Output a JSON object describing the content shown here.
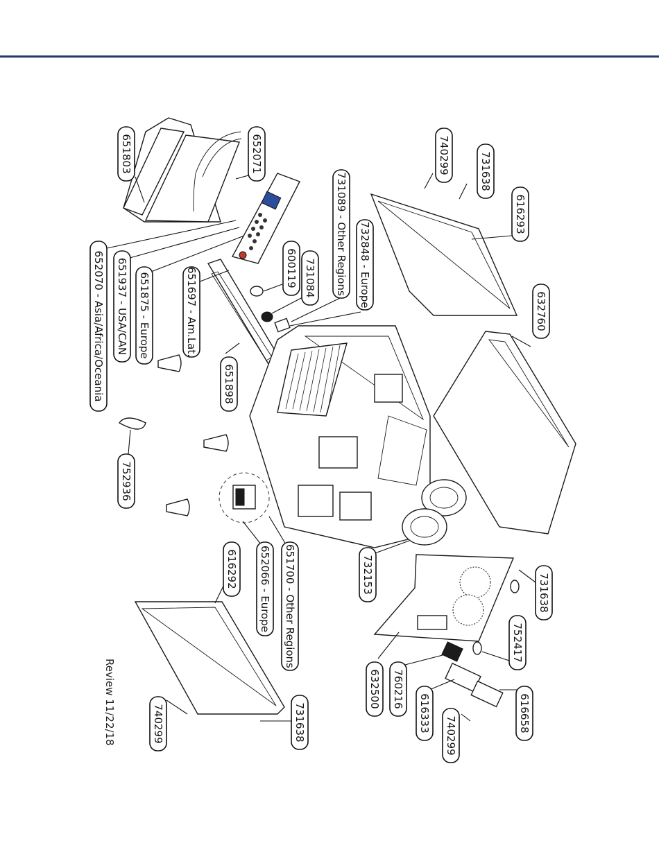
{
  "header": {
    "rule_color": "#1f3a6b"
  },
  "review_note": "Review 11/22/18",
  "callouts": [
    {
      "id": "c651803",
      "label": "651803"
    },
    {
      "id": "c652071",
      "label": "652071"
    },
    {
      "id": "c740299a",
      "label": "740299"
    },
    {
      "id": "c731638a",
      "label": "731638"
    },
    {
      "id": "c616293",
      "label": "616293"
    },
    {
      "id": "c731089",
      "label": "731089 - Other Regions"
    },
    {
      "id": "c732848",
      "label": "732848 - Europe"
    },
    {
      "id": "c600119",
      "label": "600119"
    },
    {
      "id": "c731084",
      "label": "731084"
    },
    {
      "id": "c652070",
      "label": "652070 - Asia/Africa/Oceania"
    },
    {
      "id": "c651937",
      "label": "651937 - USA/CAN"
    },
    {
      "id": "c651875",
      "label": "651875 - Europe"
    },
    {
      "id": "c651697",
      "label": "651697 - Am.Lat."
    },
    {
      "id": "c651898",
      "label": "651898"
    },
    {
      "id": "c632760",
      "label": "632760"
    },
    {
      "id": "c752936",
      "label": "752936"
    },
    {
      "id": "c616292",
      "label": "616292"
    },
    {
      "id": "c652066",
      "label": "652066 - Europe"
    },
    {
      "id": "c651700",
      "label": "651700 - Other Regions"
    },
    {
      "id": "c732153",
      "label": "732153"
    },
    {
      "id": "c731638b",
      "label": "731638"
    },
    {
      "id": "c752417",
      "label": "752417"
    },
    {
      "id": "c632500",
      "label": "632500"
    },
    {
      "id": "c760216",
      "label": "760216"
    },
    {
      "id": "c616333",
      "label": "616333"
    },
    {
      "id": "c616658",
      "label": "616658"
    },
    {
      "id": "c740299b",
      "label": "740299"
    },
    {
      "id": "c740299c",
      "label": "740299"
    },
    {
      "id": "c731638c",
      "label": "731638"
    }
  ]
}
